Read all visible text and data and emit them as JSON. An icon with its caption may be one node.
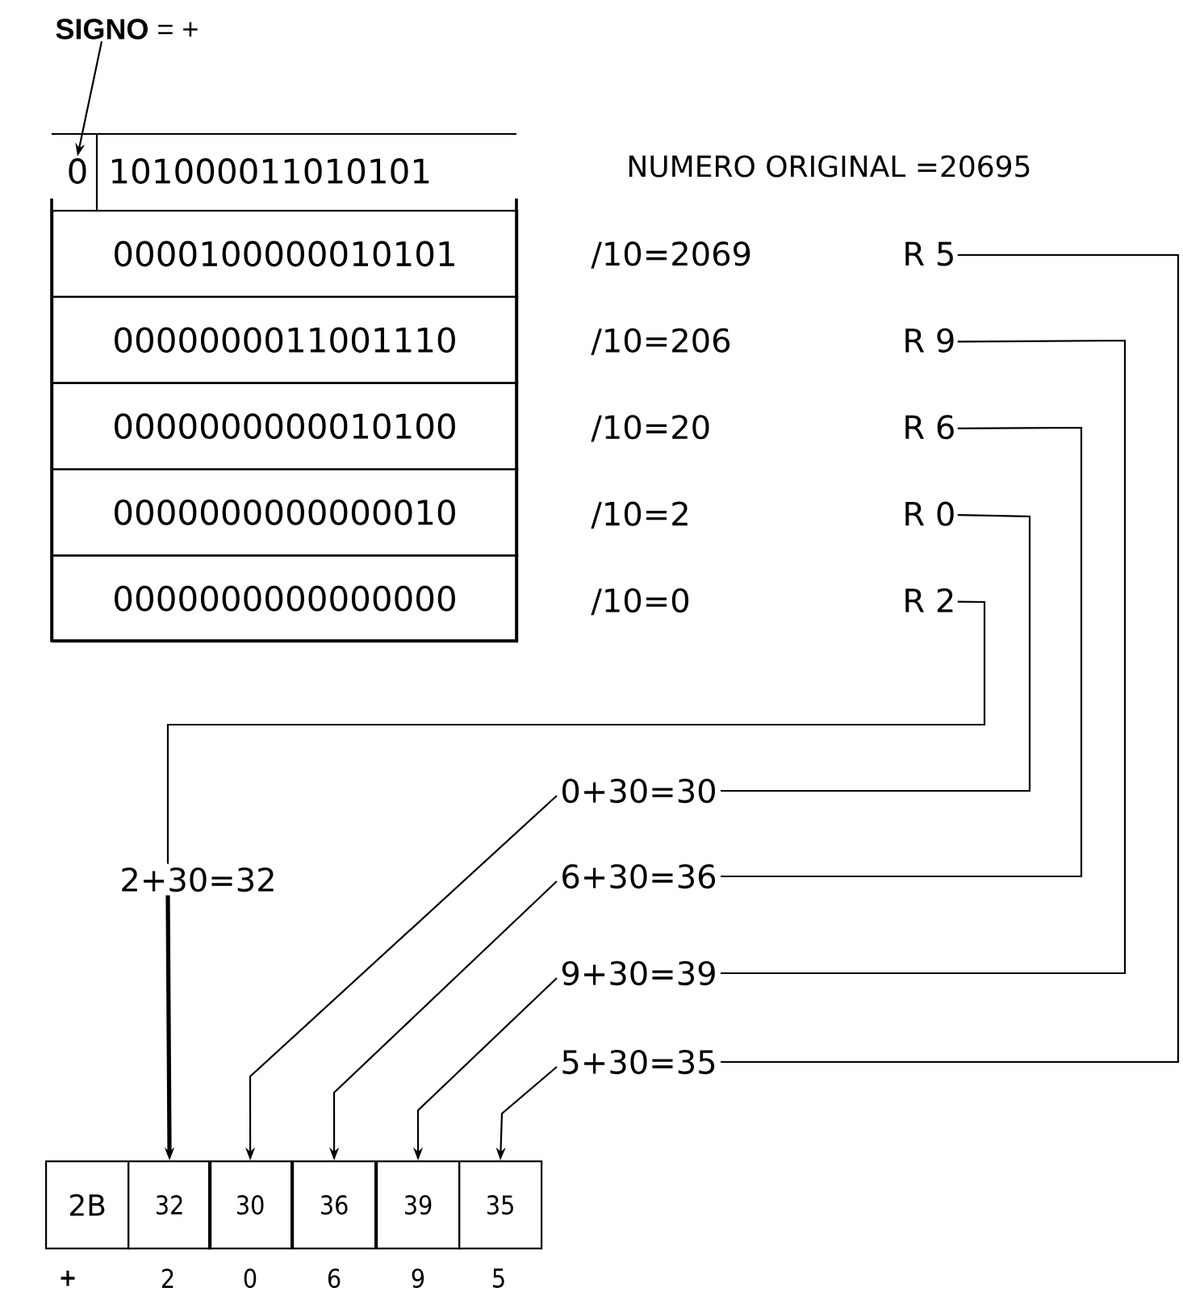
{
  "diagram": {
    "nodes": [
      {
        "text": [
          "**SIGNO** = +"
        ]
      },
      {
        "text": [
          "0"
        ]
      },
      {
        "text": [
          "101000011010101"
        ]
      },
      {
        "text": [
          "0000100000010101"
        ]
      },
      {
        "text": [
          "0000000011001110"
        ]
      },
      {
        "text": [
          "0000000000010100"
        ]
      },
      {
        "text": [
          "0000000000000010"
        ]
      },
      {
        "text": [
          "0000000000000000"
        ]
      },
      {
        "text": [
          "/10=2069",
          "R 5"
        ]
      },
      {
        "text": [
          "/10=206",
          "R 9"
        ]
      },
      {
        "text": [
          "/10=20",
          "R 6"
        ]
      },
      {
        "text": [
          "/10=2",
          "R 0"
        ]
      },
      {
        "text": [
          "/10=0",
          "R 2"
        ]
      },
      {
        "text": [
          "2+30=32"
        ]
      },
      {
        "text": [
          "0+30=30"
        ]
      },
      {
        "text": [
          "6+30=36"
        ]
      },
      {
        "text": [
          "9+30=39"
        ]
      },
      {
        "text": [
          "5+30=35"
        ]
      },
      {
        "text": [
          "2B"
        ]
      },
      {
        "text": [
          "32"
        ]
      },
      {
        "text": [
          "30"
        ]
      },
      {
        "text": [
          "36"
        ]
      },
      {
        "text": [
          "39"
        ]
      },
      {
        "text": [
          "35"
        ]
      }
    ],
    "edges": [
      {
        "from": 0,
        "to": 1,
        "arrow": "to"
      },
      {
        "from": 12,
        "to": 13,
        "arrow": "none"
      },
      {
        "from": 13,
        "to": 19,
        "arrow": "to",
        "style": "thick"
      },
      {
        "from": 11,
        "to": 14,
        "arrow": "none"
      },
      {
        "from": 14,
        "to": 20,
        "arrow": "to"
      },
      {
        "from": 10,
        "to": 15,
        "arrow": "none"
      },
      {
        "from": 15,
        "to": 21,
        "arrow": "to"
      },
      {
        "from": 9,
        "to": 16,
        "arrow": "none"
      },
      {
        "from": 16,
        "to": 22,
        "arrow": "to"
      },
      {
        "from": 8,
        "to": 17,
        "arrow": "none"
      },
      {
        "from": 17,
        "to": 23,
        "arrow": "to"
      }
    ],
    "labels": [
      "NUMERO ORIGINAL =20695",
      "+",
      "2",
      "0",
      "6",
      "9",
      "5"
    ]
  }
}
